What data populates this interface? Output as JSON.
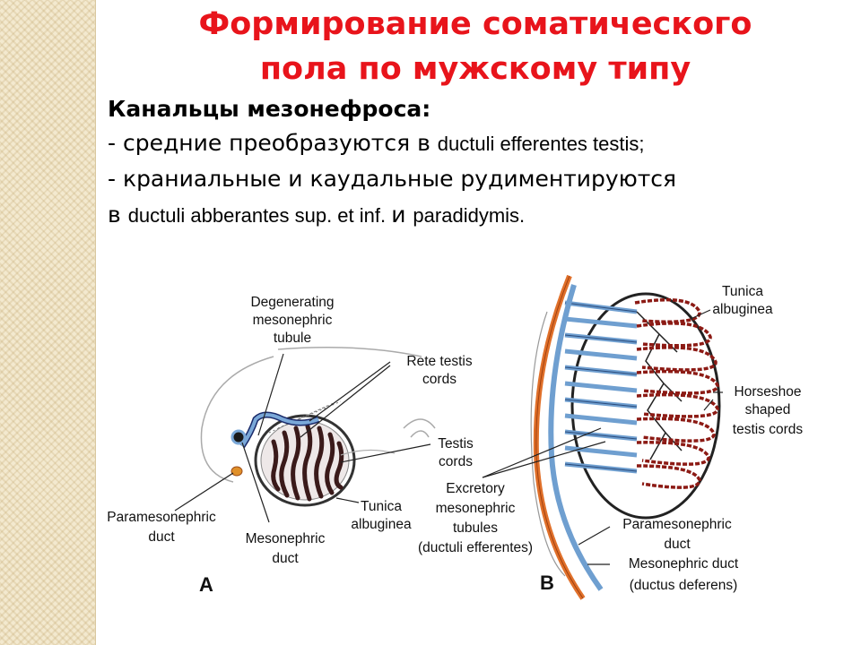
{
  "slide": {
    "title_line1": "Формирование соматического",
    "title_line2": "пола по мужскому типу",
    "subheading": "Канальцы мезонефроса",
    "subheading_colon": ":",
    "line1_prefix": "- средние  преобразуются в ",
    "line1_latin": "ductuli efferentes testis;",
    "line2": "- краниальные и каудальные рудиментируются",
    "line3_prefix": "в ",
    "line3_latin1": "ductuli abberantes sup. et inf. ",
    "line3_conj": "и ",
    "line3_latin2": "paradidymis.",
    "colors": {
      "title": "#e8141b",
      "tubule_blue": "#6f9fd0",
      "duct_orange": "#e0702a",
      "cords_red": "#8c1a14"
    }
  },
  "figure": {
    "panel_a": {
      "letter": "A",
      "labels": {
        "degenerating_1": "Degenerating",
        "degenerating_2": "mesonephric",
        "degenerating_3": "tubule",
        "rete_1": "Rete testis",
        "rete_2": "cords",
        "testis_1": "Testis",
        "testis_2": "cords",
        "tunica_1": "Tunica",
        "tunica_2": "albuginea",
        "paramesonephric_1": "Paramesonephric",
        "paramesonephric_2": "duct",
        "mesonephric_1": "Mesonephric",
        "mesonephric_2": "duct"
      }
    },
    "panel_b": {
      "letter": "B",
      "labels": {
        "tunica_1": "Tunica",
        "tunica_2": "albuginea",
        "horseshoe_1": "Horseshoe",
        "horseshoe_2": "shaped",
        "horseshoe_3": "testis cords",
        "excretory_1": "Excretory",
        "excretory_2": "mesonephric",
        "excretory_3": "tubules",
        "excretory_4": "(ductuli efferentes)",
        "paramesonephric_1": "Paramesonephric",
        "paramesonephric_2": "duct",
        "mesonephric_1": "Mesonephric duct",
        "mesonephric_2": "(ductus deferens)"
      }
    }
  }
}
